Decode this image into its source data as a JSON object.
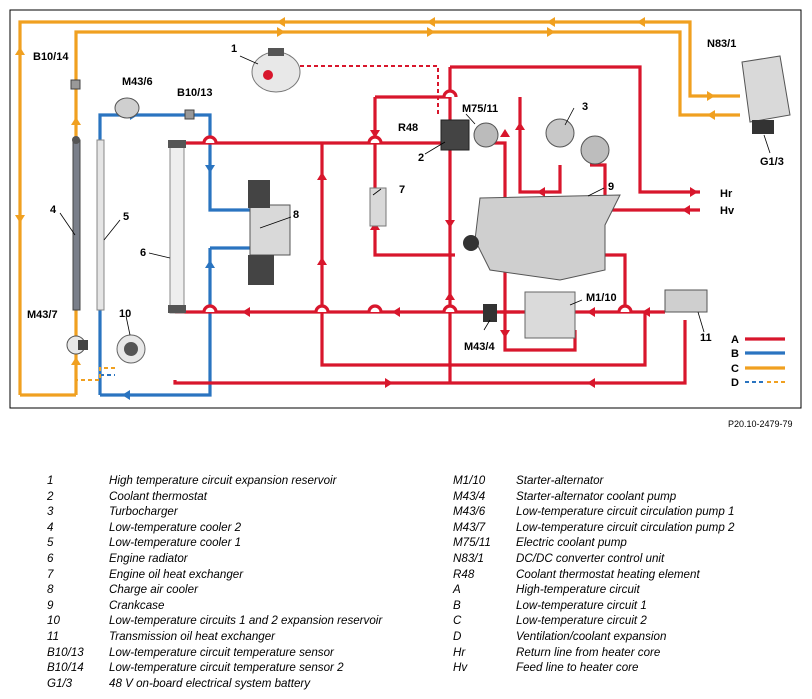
{
  "doc_ref": "P20.10-2479-79",
  "components": {
    "c1": "1",
    "c2": "2",
    "c3": "3",
    "c4": "4",
    "c5": "5",
    "c6": "6",
    "c7": "7",
    "c8": "8",
    "c9": "9",
    "c10": "10",
    "c11": "11",
    "b10_14": "B10/14",
    "b10_13": "B10/13",
    "m43_6": "M43/6",
    "m43_7": "M43/7",
    "m43_4": "M43/4",
    "m75_11": "M75/11",
    "m1_10": "M1/10",
    "r48": "R48",
    "n83_1": "N83/1",
    "g1_3": "G1/3",
    "hr": "Hr",
    "hv": "Hv"
  },
  "legend": [
    {
      "code": "A",
      "color": "#d8162c",
      "style": "solid"
    },
    {
      "code": "B",
      "color": "#2a74c0",
      "style": "solid"
    },
    {
      "code": "C",
      "color": "#f0a020",
      "style": "solid"
    },
    {
      "code": "D",
      "color": "#f0a020",
      "style": "dashed-blue-orange"
    }
  ],
  "key_left": [
    {
      "code": "1",
      "desc": "High temperature circuit expansion reservoir"
    },
    {
      "code": "2",
      "desc": "Coolant thermostat"
    },
    {
      "code": "3",
      "desc": "Turbocharger"
    },
    {
      "code": "4",
      "desc": "Low-temperature cooler 2"
    },
    {
      "code": "5",
      "desc": "Low-temperature cooler 1"
    },
    {
      "code": "6",
      "desc": "Engine radiator"
    },
    {
      "code": "7",
      "desc": "Engine oil heat exchanger"
    },
    {
      "code": "8",
      "desc": "Charge air cooler"
    },
    {
      "code": "9",
      "desc": "Crankcase"
    },
    {
      "code": "10",
      "desc": "Low-temperature circuits 1 and 2 expansion reservoir"
    },
    {
      "code": "11",
      "desc": "Transmission oil heat exchanger"
    },
    {
      "code": "B10/13",
      "desc": "Low-temperature circuit temperature sensor"
    },
    {
      "code": "B10/14",
      "desc": "Low-temperature circuit temperature sensor 2"
    },
    {
      "code": "G1/3",
      "desc": "48 V on-board electrical system battery"
    }
  ],
  "key_right": [
    {
      "code": "M1/10",
      "desc": "Starter-alternator"
    },
    {
      "code": "M43/4",
      "desc": "Starter-alternator coolant pump"
    },
    {
      "code": "M43/6",
      "desc": "Low-temperature circuit circulation pump 1"
    },
    {
      "code": "M43/7",
      "desc": "Low-temperature circuit circulation pump 2"
    },
    {
      "code": "M75/11",
      "desc": "Electric coolant pump"
    },
    {
      "code": "N83/1",
      "desc": "DC/DC converter control unit"
    },
    {
      "code": "R48",
      "desc": "Coolant thermostat heating element"
    },
    {
      "code": "A",
      "desc": "High-temperature circuit"
    },
    {
      "code": "B",
      "desc": "Low-temperature circuit 1"
    },
    {
      "code": "C",
      "desc": "Low-temperature circuit 2"
    },
    {
      "code": "D",
      "desc": "Ventilation/coolant expansion"
    },
    {
      "code": "Hr",
      "desc": "Return line from heater core"
    },
    {
      "code": "Hv",
      "desc": "Feed line to heater core"
    }
  ]
}
